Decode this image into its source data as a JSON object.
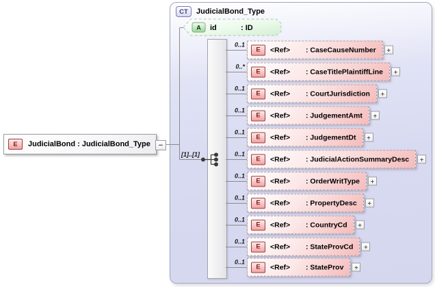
{
  "main_element": {
    "icon_letter": "E",
    "label": "JudicialBond : JudicialBond_Type",
    "collapse_glyph": "−"
  },
  "complex_type": {
    "badge": "CT",
    "title": "JudicialBond_Type",
    "attribute": {
      "icon_letter": "A",
      "name": "id",
      "type": ": ID"
    },
    "model_group": {
      "kind": "sequence",
      "cardinality": "[1]..[1]"
    },
    "expand_glyph": "+",
    "elements": [
      {
        "cardinality": "0..1",
        "ref": "<Ref>",
        "name": ": CaseCauseNumber"
      },
      {
        "cardinality": "0..*",
        "ref": "<Ref>",
        "name": ": CaseTitlePlaintiffLine"
      },
      {
        "cardinality": "0..1",
        "ref": "<Ref>",
        "name": ": CourtJurisdiction"
      },
      {
        "cardinality": "0..1",
        "ref": "<Ref>",
        "name": ": JudgementAmt"
      },
      {
        "cardinality": "0..1",
        "ref": "<Ref>",
        "name": ": JudgementDt"
      },
      {
        "cardinality": "0..1",
        "ref": "<Ref>",
        "name": ": JudicialActionSummaryDesc"
      },
      {
        "cardinality": "0..1",
        "ref": "<Ref>",
        "name": ": OrderWritType"
      },
      {
        "cardinality": "0..1",
        "ref": "<Ref>",
        "name": ": PropertyDesc"
      },
      {
        "cardinality": "0..1",
        "ref": "<Ref>",
        "name": ": CountryCd"
      },
      {
        "cardinality": "0..1",
        "ref": "<Ref>",
        "name": ": StateProvCd"
      },
      {
        "cardinality": "0..1",
        "ref": "<Ref>",
        "name": ": StateProv"
      }
    ]
  },
  "colors": {
    "container_fill": "#d8daf1",
    "container_border": "#a6a6be",
    "element_pink": "#f5bcbc",
    "element_icon_border": "#9c3a3a",
    "attribute_green": "#d9f3d9",
    "connector": "#8c8c8c"
  }
}
